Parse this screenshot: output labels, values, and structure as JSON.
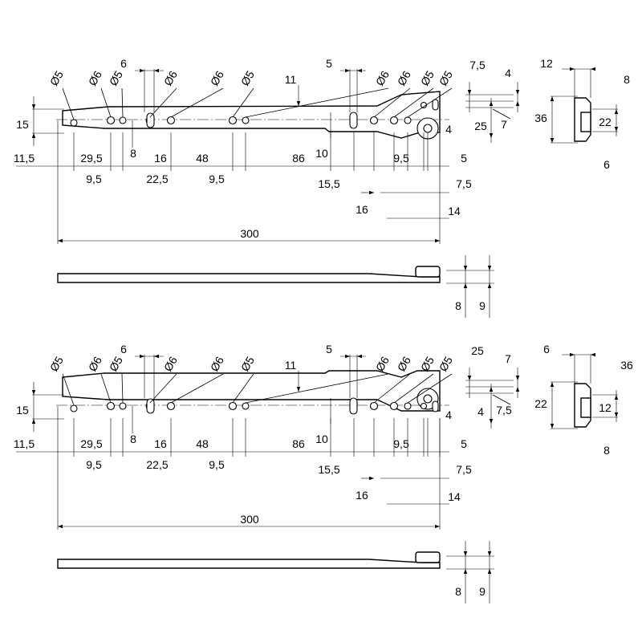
{
  "drawing": {
    "views": [
      {
        "name": "top",
        "plan": {
          "holes": [
            "Ø5",
            "Ø6",
            "Ø5",
            "Ø6",
            "Ø6",
            "Ø5",
            "Ø6",
            "Ø6",
            "Ø5",
            "Ø5"
          ],
          "top_dims": [
            "6",
            "11",
            "5"
          ],
          "left_height": "15",
          "right_dims": [
            "7,5",
            "4",
            "25",
            "7",
            "4"
          ],
          "center_dims": [
            "8",
            "10"
          ],
          "horizontal_dims": [
            "11,5",
            "29,5",
            "9,5",
            "16",
            "22,5",
            "48",
            "9,5",
            "86",
            "15,5",
            "16",
            "9,5",
            "5",
            "7,5",
            "14"
          ],
          "overall_length": "300"
        },
        "side": {
          "dims": [
            "8",
            "9"
          ]
        },
        "end": {
          "dims": [
            "12",
            "8",
            "36",
            "22",
            "6"
          ]
        }
      },
      {
        "name": "bottom",
        "plan": {
          "holes": [
            "Ø5",
            "Ø6",
            "Ø5",
            "Ø6",
            "Ø6",
            "Ø5",
            "Ø6",
            "Ø6",
            "Ø5",
            "Ø5"
          ],
          "top_dims": [
            "6",
            "11",
            "5"
          ],
          "left_height": "15",
          "right_dims": [
            "25",
            "7",
            "4",
            "7,5",
            "4"
          ],
          "center_dims": [
            "8",
            "10"
          ],
          "horizontal_dims": [
            "11,5",
            "29,5",
            "9,5",
            "16",
            "22,5",
            "48",
            "9,5",
            "86",
            "15,5",
            "16",
            "9,5",
            "5",
            "7,5",
            "14"
          ],
          "overall_length": "300"
        },
        "side": {
          "dims": [
            "8",
            "9"
          ]
        },
        "end": {
          "dims": [
            "6",
            "36",
            "22",
            "12",
            "8"
          ]
        }
      }
    ]
  }
}
